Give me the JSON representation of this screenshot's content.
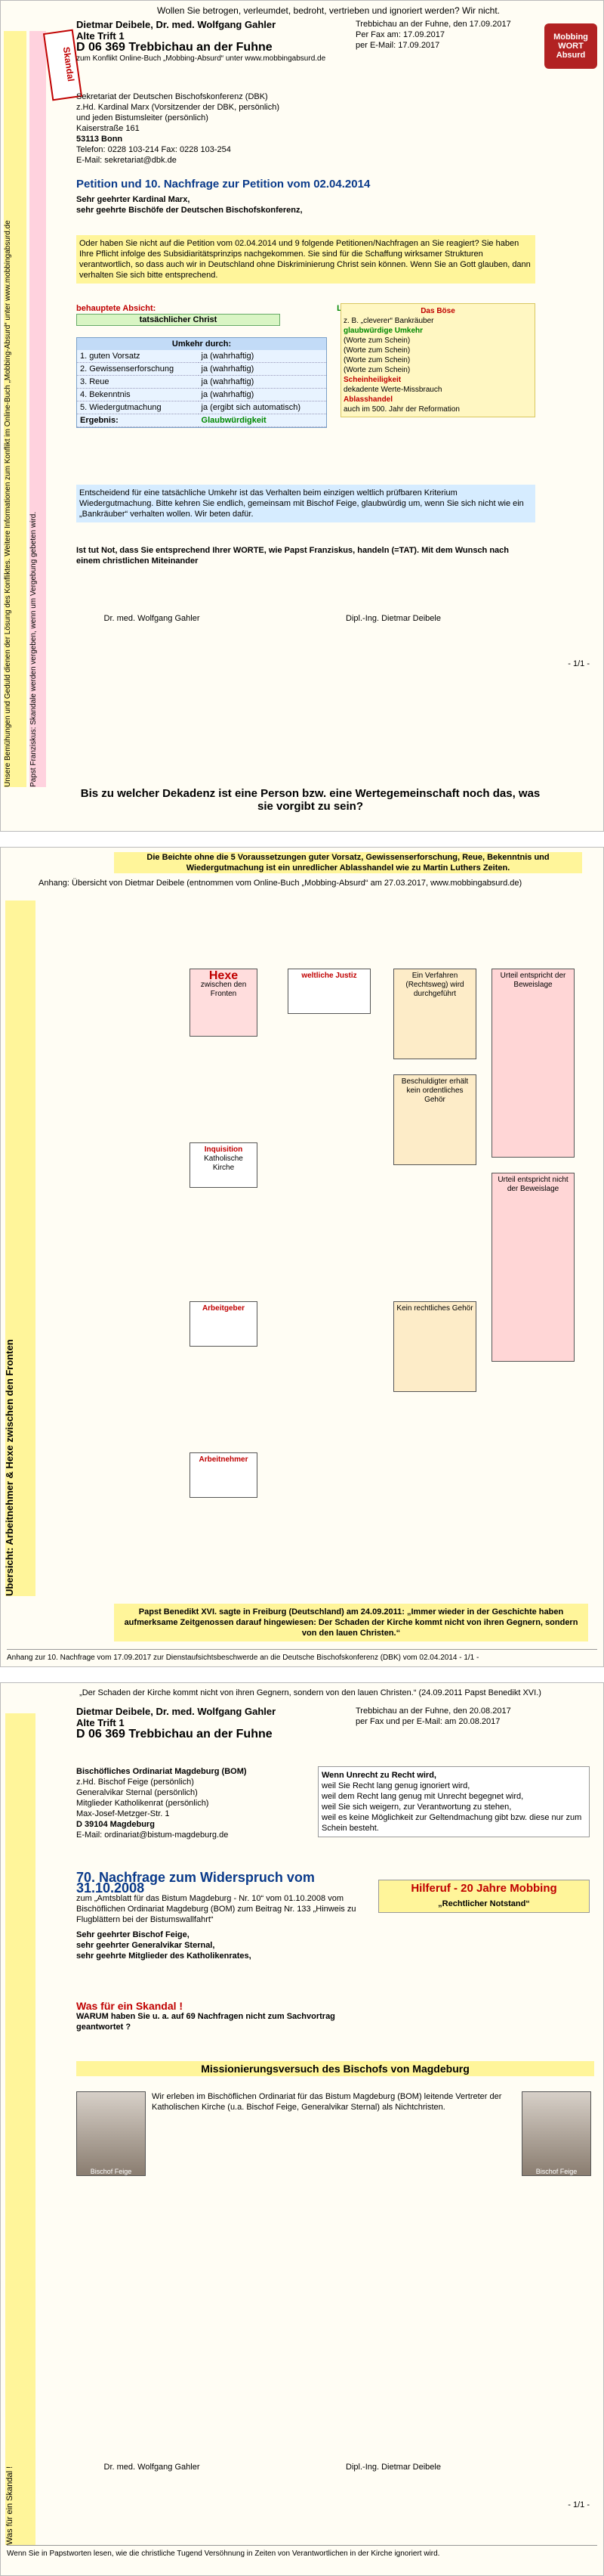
{
  "page1": {
    "top_line": "Wollen Sie betrogen, verleumdet, bedroht, vertrieben und ignoriert werden? Wir nicht.",
    "author_name": "Dietmar Deibele, Dr. med. Wolfgang Gahler",
    "author_addr": "Alte Trift 1",
    "author_city": "D 06 369 Trebbichau an der Fuhne",
    "author_contact": "zum Konflikt Online-Buch „Mobbing-Absurd“ unter www.mobbingabsurd.de",
    "place_date": "Trebbichau an der Fuhne, den 17.09.2017",
    "fax": "Per Fax am: 17.09.2017",
    "email": "per E-Mail: 17.09.2017",
    "stamp": "Skandal",
    "logo_line1": "Mobbing",
    "logo_line2": "WORT",
    "logo_line3": "Absurd",
    "addressee": [
      "Sekretariat der Deutschen Bischofskonferenz (DBK)",
      "z.Hd. Kardinal Marx (Vorsitzender der DBK, persönlich)",
      "und jeden Bistumsleiter (persönlich)",
      "Kaiserstraße 161",
      "53113 Bonn",
      "Telefon: 0228 103-214  Fax: 0228 103-254",
      "E-Mail: sekretariat@dbk.de"
    ],
    "petition_title": "Petition und 10. Nachfrage zur Petition vom 02.04.2014",
    "salutation": "Sehr geehrter Kardinal Marx,",
    "salutation2": "sehr geehrte Bischöfe der Deutschen Bischofskonferenz,",
    "body_paragraph": "Oder haben Sie nicht auf die Petition vom 02.04.2014 und 9 folgende Petitionen/Nachfragen an Sie reagiert? Sie haben Ihre Pflicht infolge des Subsidiaritätsprinzips nachgekommen. Sie sind für die Schaffung wirksamer Strukturen verantwortlich, so dass auch wir in Deutschland ohne Diskriminierung Christ sein können. Wenn Sie an Gott glauben, dann verhalten Sie sich bitte entsprechend.",
    "solution_label": "Lösung",
    "behauptete_label": "behauptete Absicht:",
    "glaubwuerdig_label": "glaubwürdige Umkehr",
    "tatsaechlich_label": "tatsächlicher Christ",
    "table_title": "Umkehr durch:",
    "table_rows": [
      {
        "step": "1. guten Vorsatz",
        "answer": "ja (wahrhaftig)"
      },
      {
        "step": "2. Gewissenserforschung",
        "answer": "ja (wahrhaftig)"
      },
      {
        "step": "3. Reue",
        "answer": "ja (wahrhaftig)"
      },
      {
        "step": "4. Bekenntnis",
        "answer": "ja (wahrhaftig)"
      },
      {
        "step": "5. Wiedergutmachung",
        "answer": "ja (ergibt sich automatisch)"
      }
    ],
    "result_label": "Ergebnis:",
    "result_value": "Glaubwürdigkeit",
    "scale_title": "Das Böse",
    "scale_items": [
      "z. B. „cleverer“ Bankräuber",
      "Umkehr",
      "(Worte zum Schein)",
      "(Worte zum Schein)",
      "(Worte zum Schein)",
      "(Worte zum Schein)",
      "Scheinheiligkeit",
      "dekadente Werte-Missbrauch",
      "Ablasshandel",
      "auch im 500. Jahr der Reformation"
    ],
    "conclusion": "Entscheidend für eine tatsächliche Umkehr ist das Verhalten beim einzigen weltlich prüfbaren Kriterium Wiedergutmachung. Bitte kehren Sie endlich, gemeinsam mit Bischof Feige, glaubwürdig um, wenn Sie sich nicht wie ein „Bankräuber“ verhalten wollen. Wir beten dafür.",
    "question": "Ist tut Not, dass Sie entsprechend Ihrer WORTE, wie Papst Franziskus, handeln (=TAT). Mit dem Wunsch nach einem christlichen Miteinander",
    "closing_left": "Dr. med. Wolfgang Gahler",
    "closing_right": "Dipl.-Ing. Dietmar Deibele",
    "page_num": "- 1/1 -",
    "bottom_line": "Bis zu welcher Dekadenz ist eine Person bzw. eine Wertegemeinschaft noch das, was sie vorgibt zu sein?",
    "left_strip": "Unsere Bemühungen und Geduld dienen der Lösung des Konfliktes. Weitere Informationen zum Konflikt im Online-Buch „Mobbing-Absurd“ unter www.mobbingabsurd.de",
    "right_strip": "Papst Franziskus: Skandale werden vergeben, wenn um Vergebung gebeten wird."
  },
  "page2": {
    "top_title": "Die Beichte ohne die 5 Voraussetzungen guter Vorsatz, Gewissenserforschung, Reue, Bekenntnis und Wiedergutmachung ist ein unredlicher Ablasshandel wie zu Martin Luthers Zeiten.",
    "overview": "Anhang: Übersicht von Dietmar Deibele (entnommen vom Online-Buch „Mobbing-Absurd“ am 27.03.2017, www.mobbingabsurd.de)",
    "title_main": "Übersicht: Arbeitnehmer & Hexe zwischen den Fronten",
    "hexe": "Hexe",
    "hexe_sub": "zwischen den Fronten",
    "arbeitgeber": "Arbeitgeber",
    "arbeitnehmer": "Arbeitnehmer",
    "inquisition": "Inquisition",
    "weltliche_justiz": "weltliche Justiz",
    "kath_kirche": "Katholische Kirche",
    "boxes": [
      "Ein Verfahren (Rechtsweg) wird durchgeführt",
      "Beschuldigter erhält kein ordentliches Gehör",
      "Urteil entspricht der Beweislage",
      "Urteil entspricht nicht der Beweislage",
      "Kein rechtliches Gehör"
    ],
    "bottom": "Papst Benedikt XVI. sagte in Freiburg (Deutschland) am 24.09.2011: „Immer wieder in der Geschichte haben aufmerksame Zeitgenossen darauf hingewiesen: Der Schaden der Kirche kommt nicht von ihren Gegnern, sondern von den lauen Christen.“",
    "footer": "Anhang zur 10. Nachfrage vom 17.09.2017 zur Dienstaufsichtsbeschwerde an die Deutsche Bischofskonferenz (DBK) vom 02.04.2014 - 1/1 -"
  },
  "page3": {
    "top_quote": "„Der Schaden der Kirche kommt nicht von ihren Gegnern, sondern von den lauen Christen.“ (24.09.2011 Papst Benedikt XVI.)",
    "place_date": "Trebbichau an der Fuhne, den 20.08.2017",
    "fax": "per Fax und per E-Mail: am 20.08.2017",
    "author_name": "Dietmar Deibele, Dr. med. Wolfgang Gahler",
    "author_addr": "Alte Trift 1",
    "author_city": "D 06 369 Trebbichau an der Fuhne",
    "addressee": [
      "Bischöfliches Ordinariat Magdeburg (BOM)",
      "z.Hd. Bischof Feige (persönlich)",
      "Generalvikar Sternal (persönlich)",
      "Mitglieder Katholikenrat (persönlich)",
      "Max-Josef-Metzger-Str. 1",
      "D 39104 Magdeburg",
      "E-Mail: ordinariat@bistum-magdeburg.de"
    ],
    "heading": "70. Nachfrage zum Widerspruch vom 31.10.2008",
    "subheading": "zum „Amtsblatt für das Bistum Magdeburg - Nr. 10“ vom 01.10.2008 vom Bischöflichen Ordinariat Magdeburg (BOM) zum Beitrag Nr. 133 „Hinweis zu Flugblättern bei der Bistumswallfahrt“",
    "salutation": "Sehr geehrter Bischof Feige,",
    "salutation2": "sehr geehrter Generalvikar Sternal,",
    "salutation3": "sehr geehrte Mitglieder des Katholikenrates,",
    "skandal": "Was für ein Skandal !",
    "question": "WARUM haben Sie u. a. auf 69 Nachfragen nicht zum Sachvortrag geantwortet ?",
    "missionierung": "Missionierungsversuch des Bischofs von Magdeburg",
    "paragraph": "Wir erleben im Bischöflichen Ordinariat für das Bistum Magdeburg (BOM) leitende Vertreter der Katholischen Kirche (u.a. Bischof Feige, Generalvikar Sternal) als Nichtchristen.",
    "photo_left": "Bischof Feige",
    "photo_right": "Bischof Feige",
    "right_box_title": "Wenn Unrecht zu Recht wird,",
    "right_box_items": [
      "weil Sie Recht lang genug ignoriert wird,",
      "weil dem Recht lang genug mit Unrecht begegnet wird,",
      "weil Sie sich weigern, zur Verantwortung zu stehen,",
      "weil es keine Möglichkeit zur Geltendmachung gibt bzw. diese nur zum Schein besteht."
    ],
    "hilferuf": "Hilferuf - 20 Jahre Mobbing",
    "rechtlicher_notstand": "„Rechtlicher Notstand“",
    "closing_left": "Dr. med. Wolfgang Gahler",
    "closing_right": "Dipl.-Ing. Dietmar Deibele",
    "page_num": "- 1/1 -",
    "footer": "Wenn Sie in Papstworten lesen, wie die christliche Tugend Versöhnung in Zeiten von Verantwortlichen in der Kirche ignoriert wird."
  },
  "colors": {
    "accent": "#c00000",
    "blue": "#0a3a8a",
    "yellow": "#fff59a"
  }
}
